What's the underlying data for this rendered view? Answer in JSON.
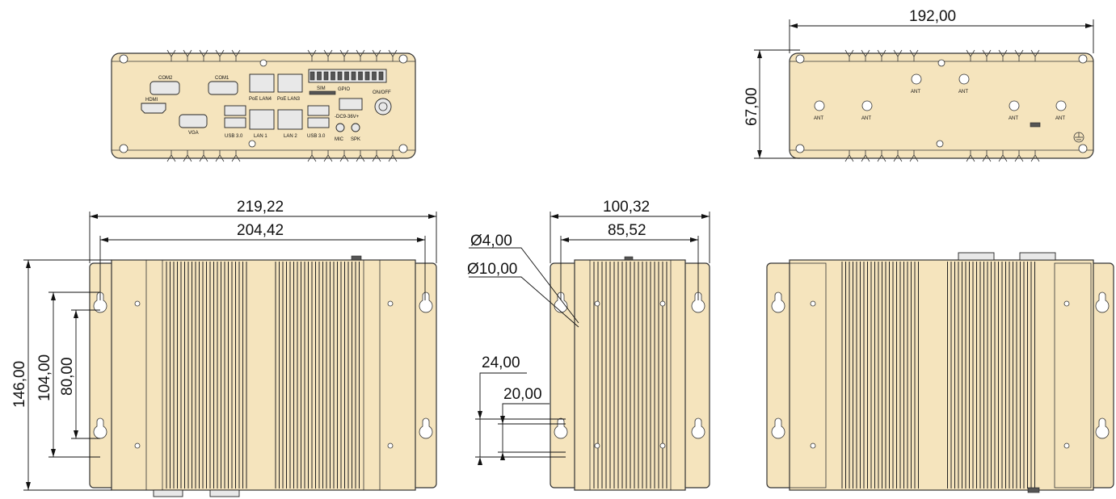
{
  "dimensions": {
    "rear_width": "192,00",
    "rear_height": "67,00",
    "top_overall_width": "219,22",
    "top_hole_spacing": "204,42",
    "top_overall_depth": "146,00",
    "top_hole_depth_outer": "104,00",
    "top_hole_depth_inner": "80,00",
    "side_overall_width": "100,32",
    "side_hole_spacing": "85,52",
    "slot_small_diameter": "Ø4,00",
    "slot_large_diameter": "Ø10,00",
    "slot_outer_length": "24,00",
    "slot_inner_length": "20,00"
  },
  "front_labels": {
    "com2": "COM2",
    "com1": "COM1",
    "hdmi": "HDMI",
    "vga": "VGA",
    "usb_left": "USB 3.0",
    "poe_lan4": "PoE LAN4",
    "poe_lan3": "PoE LAN3",
    "lan1": "LAN 1",
    "lan2": "LAN 2",
    "usb_right": "USB 3.0",
    "sim": "SIM",
    "gpio": "GPIO",
    "dc": "-DC9-36V+",
    "onoff": "ON/OFF",
    "mic": "MIC",
    "spk": "SPK"
  },
  "rear_labels": {
    "ant1": "ANT",
    "ant2": "ANT",
    "ant3": "ANT",
    "ant4": "ANT",
    "ant5": "ANT",
    "ant6": "ANT"
  }
}
